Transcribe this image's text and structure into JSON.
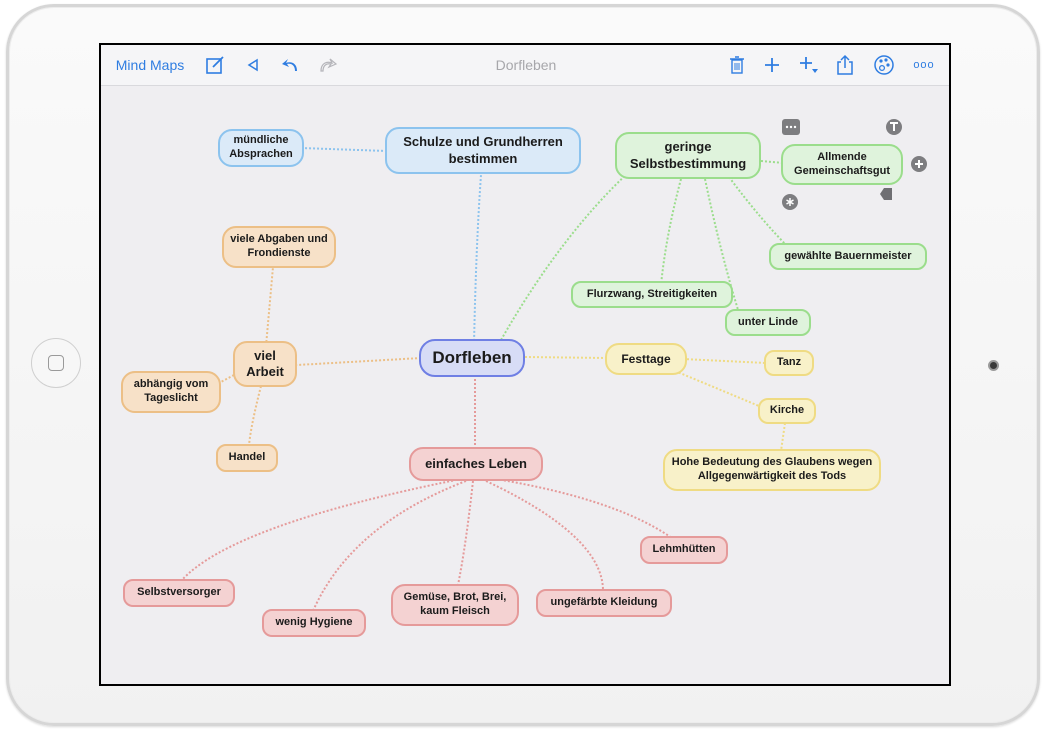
{
  "toolbar": {
    "mind_maps_label": "Mind Maps",
    "title": "Dorfleben",
    "icons": [
      "edit-icon",
      "back-triangle-icon",
      "undo-icon",
      "redo-icon",
      "trash-icon",
      "add-icon",
      "add-child-icon",
      "share-icon",
      "palette-icon",
      "more-icon"
    ],
    "more_label": "ooo"
  },
  "colors": {
    "accent": "#2f7de1",
    "blue": "#8cc3ee",
    "green": "#9bdd8c",
    "orange": "#ecbf86",
    "yellow": "#efdb83",
    "red": "#e59a9a",
    "center": "#6f7fe4"
  },
  "nodes": {
    "center": "Dorfleben",
    "schulze": "Schulze und Grundherren bestimmen",
    "muendliche": "mündliche Absprachen",
    "geringe": "geringe Selbstbestimmung",
    "allmende": "Allmende Gemeinschaftsgut",
    "bauernmeister": "gewählte Bauernmeister",
    "flurzwang": "Flurzwang, Streitigkeiten",
    "linde": "unter Linde",
    "festtage": "Festtage",
    "tanz": "Tanz",
    "kirche": "Kirche",
    "glaube": "Hohe Bedeutung des Glaubens wegen Allgegenwärtigkeit des Tods",
    "arbeit": "viel Arbeit",
    "abgaben": "viele Abgaben und Frondienste",
    "tageslicht": "abhängig vom Tageslicht",
    "handel": "Handel",
    "einfach": "einfaches Leben",
    "selbst": "Selbstversorger",
    "hygiene": "wenig Hygiene",
    "gemuese": "Gemüse, Brot, Brei, kaum Fleisch",
    "kleidung": "ungefärbte Kleidung",
    "lehm": "Lehmhütten"
  },
  "selected_node_controls": [
    "more-dots-icon",
    "text-format-icon",
    "add-circle-icon",
    "asterisk-icon",
    "tag-icon"
  ]
}
